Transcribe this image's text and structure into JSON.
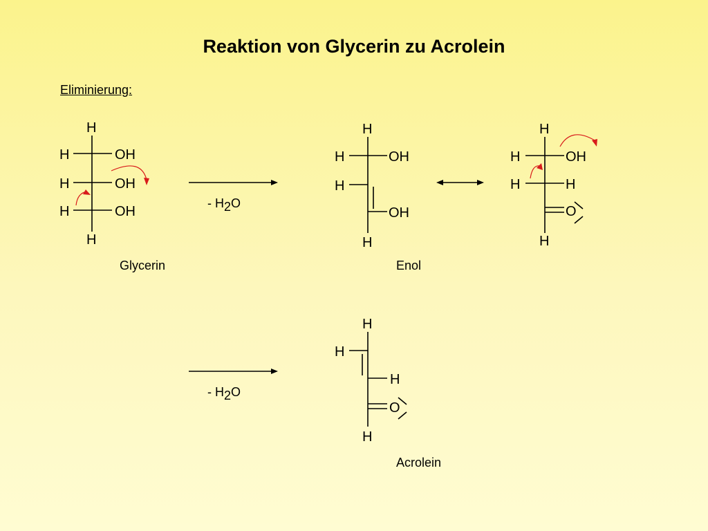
{
  "title": "Reaktion von Glycerin zu Acrolein",
  "subheading": "Eliminierung:",
  "atoms": {
    "H": "H",
    "OH": "OH",
    "O": "O"
  },
  "condition": {
    "prefix": "- H",
    "subscript": "2",
    "suffix": "O"
  },
  "molecules": {
    "glycerin": "Glycerin",
    "enol": "Enol",
    "acrolein": "Acrolein"
  },
  "colors": {
    "electron_arrow": "#d81b1b",
    "background_top": "#fbf38c",
    "background_bottom": "#fffcd2"
  }
}
